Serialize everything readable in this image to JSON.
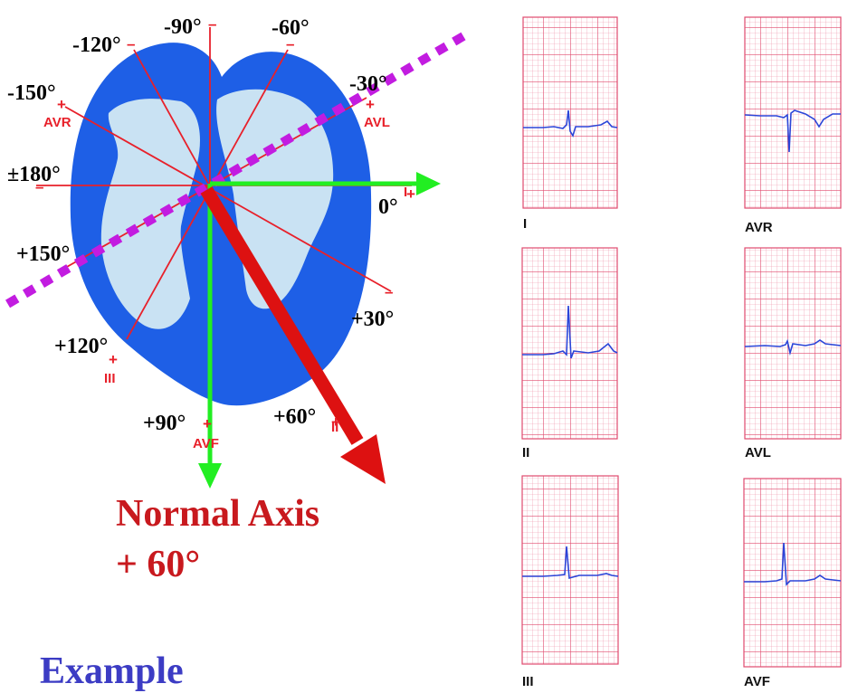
{
  "colors": {
    "heart_dark": "#1e5fe6",
    "heart_light": "#c9e2f3",
    "lead_lines": "#e8202a",
    "green_arrows": "#22ee22",
    "axis_arrow": "#dd1111",
    "dotted_line": "#c21ce0",
    "ekg_grid": "#e45c7c",
    "ekg_trace": "#2b45d8"
  },
  "hexaxial": {
    "degree_labels": {
      "m120": "-120°",
      "m90": "-90°",
      "m60": "-60°",
      "m150": "-150°",
      "m30": "-30°",
      "p180": "±180°",
      "zero": "0°",
      "p150": "+150°",
      "p30": "+30°",
      "p120": "+120°",
      "p90": "+90°",
      "p60": "+60°"
    },
    "lead_labels": {
      "avr": "AVR",
      "avl": "AVL",
      "iii": "III",
      "avf": "AVF",
      "i": "I",
      "ii": "II"
    },
    "sign_glyphs": {
      "plus": "+",
      "minus": "–"
    }
  },
  "axis_title": {
    "line1": "Normal Axis",
    "line2": "+ 60°"
  },
  "example_label": "Example",
  "ekg_strips": [
    {
      "label": "I"
    },
    {
      "label": "AVR"
    },
    {
      "label": "II"
    },
    {
      "label": "AVL"
    },
    {
      "label": "III"
    },
    {
      "label": "AVF"
    }
  ]
}
